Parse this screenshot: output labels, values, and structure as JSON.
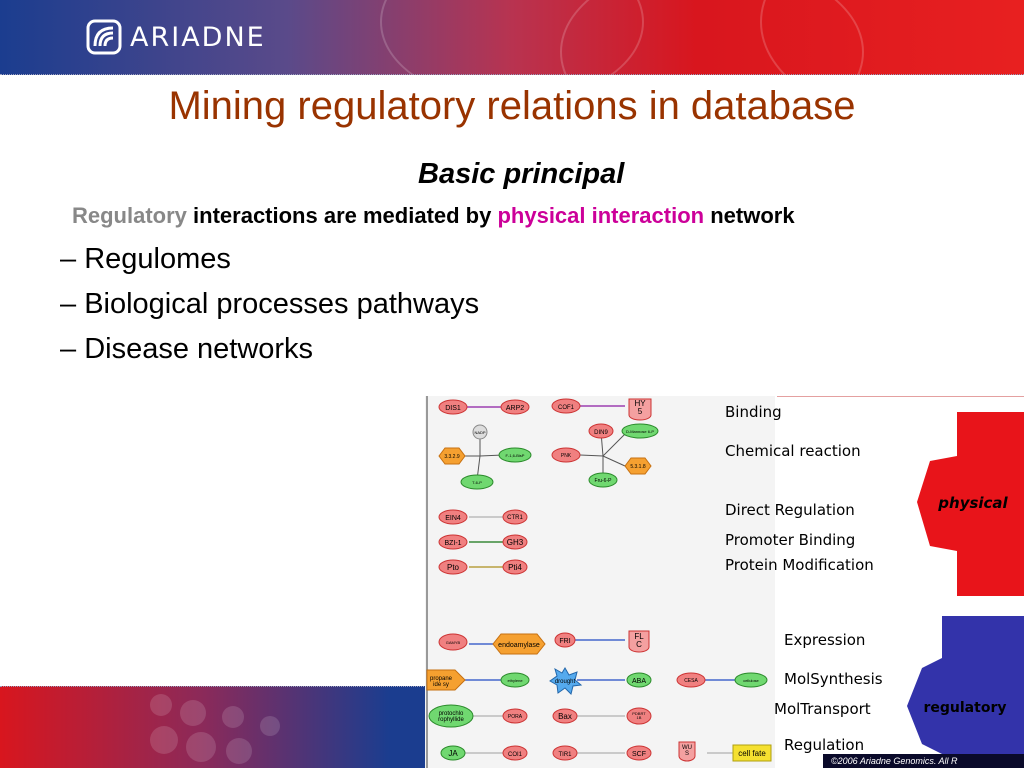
{
  "brand": {
    "name": "ARIADNE"
  },
  "slide": {
    "title": "Mining regulatory relations in database",
    "subtitle": "Basic principal",
    "principle": {
      "part1": "Regulatory",
      "part2": " interactions are mediated by ",
      "part3": "physical interaction",
      "part4": " network"
    },
    "bullets": [
      "Regulomes",
      "Biological processes pathways",
      "Disease networks"
    ]
  },
  "diagram": {
    "legend": {
      "binding": "Binding",
      "chemical_reaction": "Chemical reaction",
      "direct_regulation": "Direct Regulation",
      "promoter_binding": "Promoter Binding",
      "protein_modification": "Protein Modification",
      "expression": "Expression",
      "molsynthesis": "MolSynthesis",
      "moltransport": "MolTransport",
      "regulation": "Regulation"
    },
    "arrows": {
      "physical": "physical",
      "regulatory": "regulatory"
    },
    "arrow_colors": {
      "physical": "#e8141a",
      "regulatory": "#3333aa"
    },
    "nodes": {
      "dis1": "DIS1",
      "arp2": "ARP2",
      "cof1": "COF1",
      "hy5": "HY\n5",
      "n_nadp": "NADP",
      "n_3329": "3.3.2.9",
      "n_fbisp": "F-1,6-BisP",
      "n_t6p": "T-6-P",
      "din9": "DIN9",
      "pmp": "D-Mannose 6-P",
      "pnk": "PNK",
      "n_5318": "5.3.1.8",
      "fru6p": "Fru-6-P",
      "ein4": "EIN4",
      "ctr1": "CTR1",
      "bzi1": "BZI-1",
      "gh3": "GH3",
      "pto": "Pto",
      "pti4": "Pti4",
      "gamyb": "GAMYB",
      "endoamylase": "endoamylase",
      "fri": "FRI",
      "flc": "FL\nC",
      "propane": "propane\nide sy",
      "ethylene": "ethylene",
      "drought": "drought",
      "aba": "ABA",
      "cesa": "CESA",
      "cellulose": "cellulose",
      "protochlo": "protochlo\nrophyllide",
      "pora": "PORA",
      "bax": "Bax",
      "pdbrt": "PDBRT\n1B",
      "ja": "JA",
      "coi1": "COI1",
      "tir1": "TIR1",
      "scf": "SCF",
      "wus": "WU\nS",
      "cellfate": "cell fate"
    },
    "copyright": "©2006 Ariadne Genomics. All R"
  }
}
